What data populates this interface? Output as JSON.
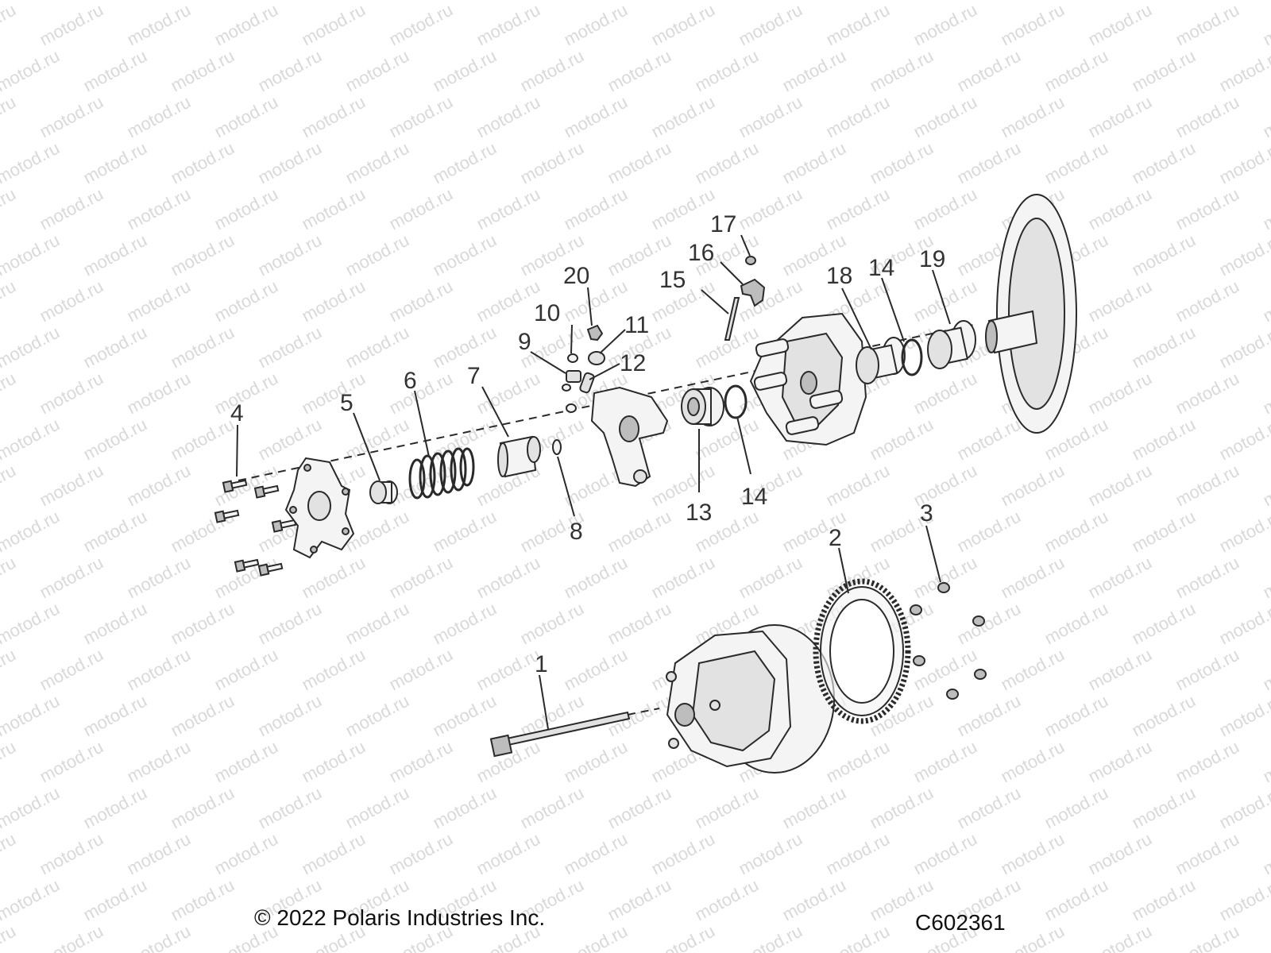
{
  "watermark": "motod.ru",
  "callouts": {
    "p1": "1",
    "p2": "2",
    "p3": "3",
    "p4": "4",
    "p5": "5",
    "p6": "6",
    "p7": "7",
    "p8": "8",
    "p9": "9",
    "p10": "10",
    "p11": "11",
    "p12": "12",
    "p13": "13",
    "p14a": "14",
    "p14b": "14",
    "p15": "15",
    "p16": "16",
    "p17": "17",
    "p18": "18",
    "p19": "19",
    "p20": "20"
  },
  "footer": {
    "copyright": "© 2022 Polaris Industries Inc.",
    "figure_code": "C602361"
  },
  "colors": {
    "background": "#ffffff",
    "line": "#2a2a2a",
    "watermark": "#d9d9d9",
    "part_fill": "#f4f4f4",
    "part_shade": "#bdbdbd"
  }
}
